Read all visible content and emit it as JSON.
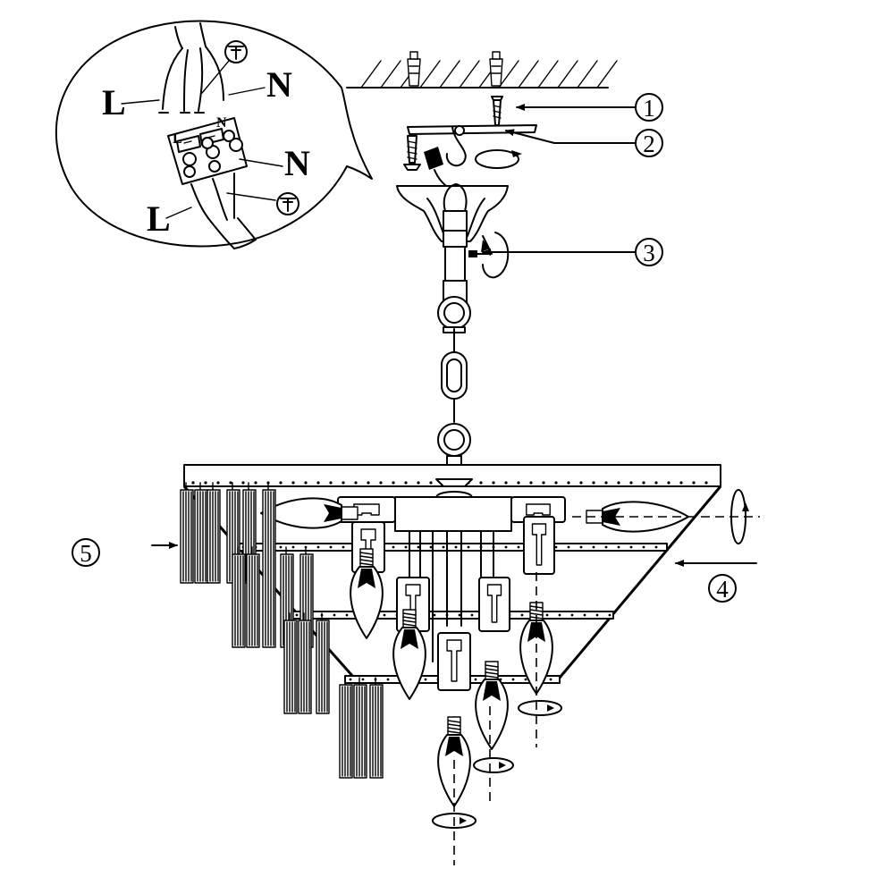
{
  "callout": {
    "wire_live": "L",
    "wire_neutral": "N",
    "terminal_live": "L",
    "terminal_neutral": "N",
    "ground_symbol": "earth-ground-symbol"
  },
  "steps": [
    {
      "number": "1",
      "meaning": "drill ceiling and insert wall plugs"
    },
    {
      "number": "2",
      "meaning": "screw mounting plate with hook to ceiling"
    },
    {
      "number": "3",
      "meaning": "tighten canopy side screw"
    },
    {
      "number": "4",
      "meaning": "fit light frame and trays"
    },
    {
      "number": "5",
      "meaning": "hang crystal prisms"
    }
  ],
  "step_labels": [
    "①",
    "②",
    "③",
    "④",
    "⑤"
  ],
  "icons": {
    "rotation": "rotation-arrow-icon",
    "arrow": "pointer-arrow-icon"
  }
}
